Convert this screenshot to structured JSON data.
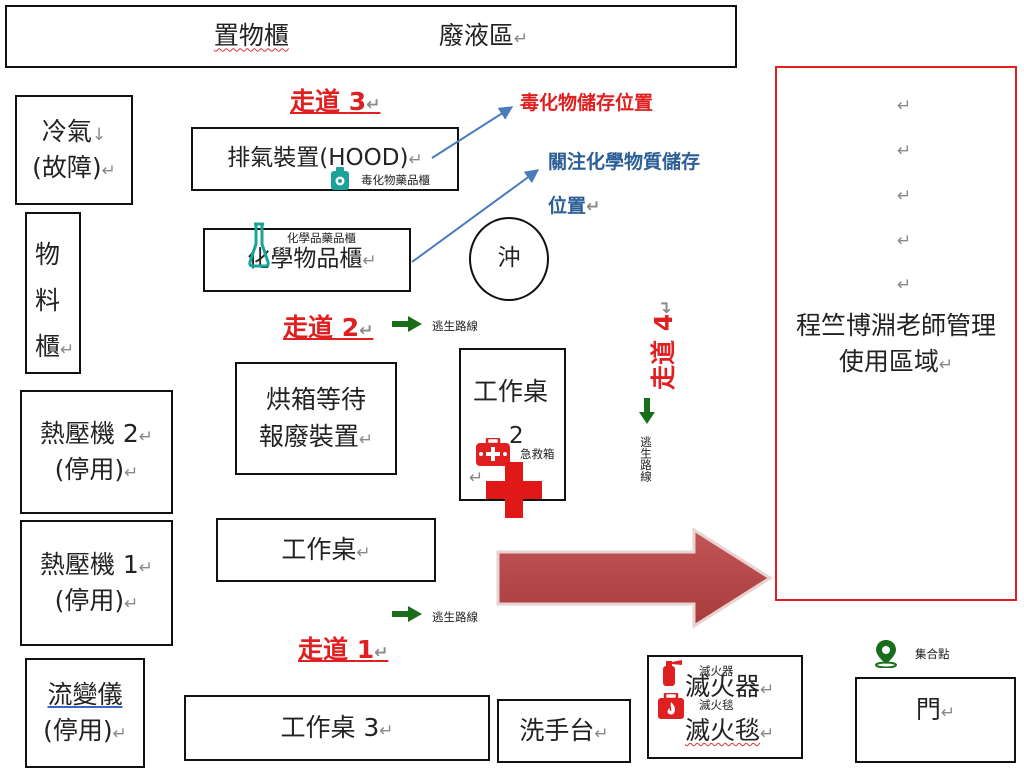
{
  "top_shelf": {
    "left": "置物櫃",
    "right": "廢液區",
    "ret": "↵"
  },
  "aircon": {
    "line1": "冷氣",
    "line2": "(故障)",
    "down": "↓",
    "ret": "↵"
  },
  "storage": {
    "c1": "物",
    "c2": "料",
    "c3": "櫃",
    "ret": "↵"
  },
  "heat_press_2": {
    "line1": "熱壓機 2",
    "line2": "(停用)",
    "ret": "↵"
  },
  "heat_press_1": {
    "line1": "熱壓機 1",
    "line2": "(停用)",
    "ret": "↵"
  },
  "rheometer": {
    "line1": "流變儀",
    "line2": "(停用)",
    "ret": "↵"
  },
  "aisle_3": {
    "label": "走道",
    "num": "3",
    "ret": "↵"
  },
  "aisle_2": {
    "label": "走道",
    "num": "2",
    "ret": "↵"
  },
  "aisle_1": {
    "label": "走道",
    "num": "1",
    "ret": "↵"
  },
  "aisle_4": {
    "label": "走道",
    "num": "4",
    "ret": "↵"
  },
  "hood": {
    "label": "排氣裝置(HOOD)",
    "ret": "↵",
    "icon_label": "毒化物藥品櫃"
  },
  "chem_cabinet": {
    "label": "化學物品櫃",
    "ret": "↵",
    "icon_label": "化學品藥品櫃"
  },
  "toxic_storage_label": "毒化物儲存位置",
  "concern_storage_label": {
    "line1": "關注化學物質儲存",
    "line2": "位置",
    "ret": "↵"
  },
  "shower": "沖",
  "oven": {
    "line1": "烘箱等待",
    "line2": "報廢裝置",
    "ret": "↵"
  },
  "workbench_2": {
    "line1": "工作桌",
    "line2": "2",
    "ret": "↵",
    "first_aid_label": "急救箱"
  },
  "workbench": {
    "label": "工作桌",
    "ret": "↵"
  },
  "workbench_3": {
    "label": "工作桌 3",
    "ret": "↵"
  },
  "sink": {
    "label": "洗手台",
    "ret": "↵"
  },
  "fire": {
    "extinguisher": "滅火器",
    "blanket": "滅火毯",
    "ext_small": "滅火器",
    "blanket_small": "滅火毯",
    "ret": "↵"
  },
  "door": {
    "label": "門",
    "ret": "↵"
  },
  "assembly_point": "集合點",
  "escape_route": "逃生路線",
  "teacher_area": {
    "line1": "程竺博淵老師管理",
    "line2": "使用區域",
    "ret": "↵"
  },
  "colors": {
    "red": "#e02020",
    "blue": "#2c5f96",
    "green": "#1a6e1a",
    "teal": "#1aa39a",
    "arrow": "#b84848"
  }
}
